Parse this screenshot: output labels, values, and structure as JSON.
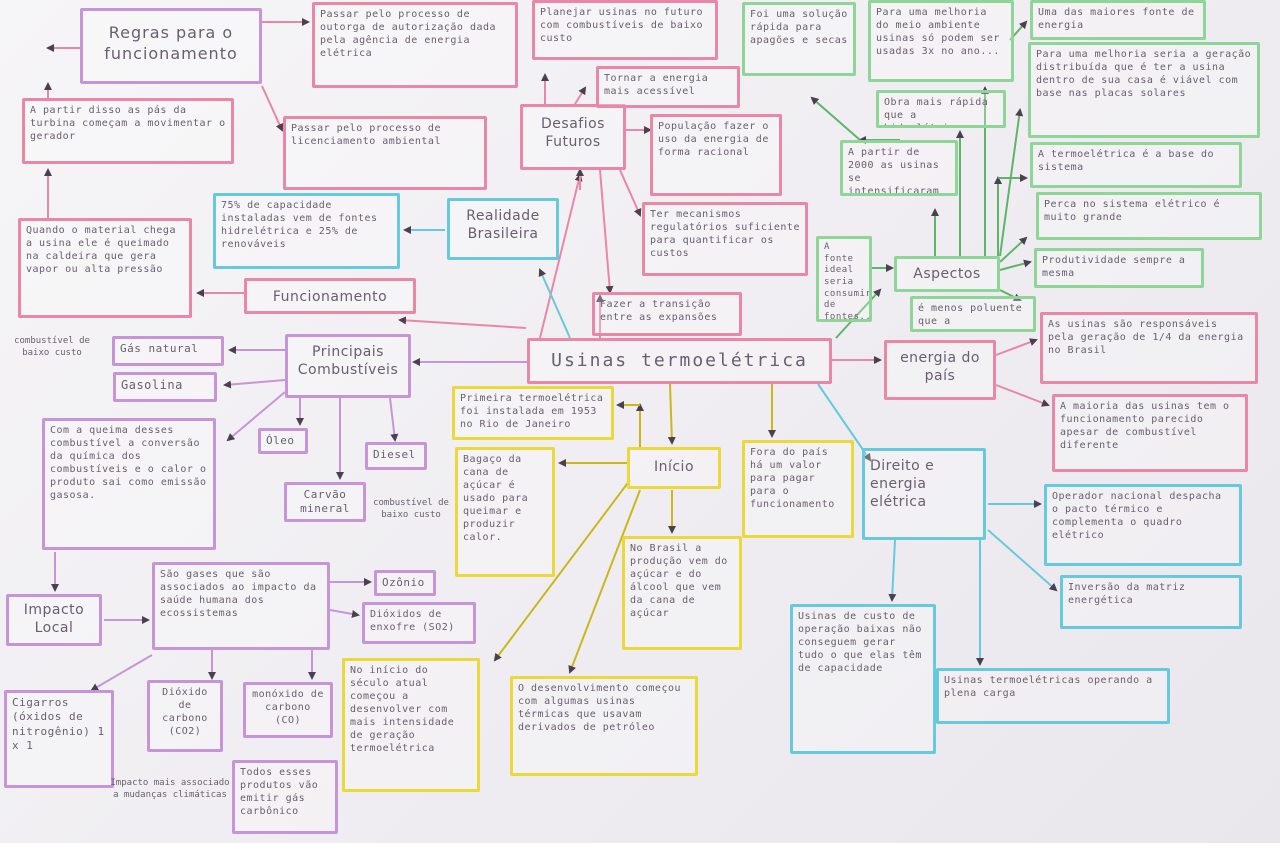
{
  "colors": {
    "pink": "#e887a6",
    "yellow": "#e9d93a",
    "green": "#8fd597",
    "blue": "#66c9de",
    "lilac": "#c695d8",
    "edge": "#4a4050"
  },
  "nodes": {
    "center": "Usinas termoelétrica",
    "regras": "Regras para o funcionamento",
    "outorga": "Passar pelo processo de outorga de autorização dada pela agência de energia elétrica",
    "licenciamento": "Passar pelo processo de licenciamento ambiental",
    "turbina": "A partir disso as pás da turbina começam a movimentar o gerador",
    "caldeira": "Quando o material chega a usina ele é queimado na caldeira que gera vapor ou alta pressão",
    "funcionamento": "Funcionamento",
    "capacidade": "75% de capacidade instaladas vem de fontes hidrelétrica e 25% de renováveis",
    "realidade": "Realidade Brasileira",
    "desafios": "Desafios Futuros",
    "planejar": "Planejar usinas no futuro com combustíveis de baixo custo",
    "acessivel": "Tornar a energia mais acessível",
    "populacao": "População fazer o uso da energia de forma racional",
    "mecanismos": "Ter mecanismos regulatórios suficiente para quantificar os custos",
    "transicao": "Fazer a transição entre as expansões",
    "combustiveis": "Principais Combustíveis",
    "gas": "Gás natural",
    "gasolina": "Gasolina",
    "oleo": "Óleo",
    "diesel": "Diesel",
    "carvao": "Carvão mineral",
    "queima": "Com a queima desses combustível a conversão da química dos combustíveis e o calor o produto sai como emissão gasosa.",
    "impacto": "Impacto Local",
    "gases": "São gases que são associados ao impacto da saúde humana dos ecossistemas",
    "ozonio": "Ozônio",
    "dioxidos_enxofre": "Dióxidos de enxofre (SO2)",
    "cigarros": "Cigarros (óxidos de nitrogênio) 1 x 1",
    "co2": "Dióxido de carbono (CO2)",
    "co": "monóxido de carbono (CO)",
    "todos": "Todos esses produtos vão emitir gás carbônico",
    "primeira": "Primeira termoelétrica foi instalada em 1953 no Rio de Janeiro",
    "inicio": "Início",
    "bagaco": "Bagaço da cana de açúcar é usado para queimar e produzir calor.",
    "brasil_acucar": "No Brasil a produção vem do açúcar e do álcool que vem da cana de açúcar",
    "fora": "Fora do país há um valor para pagar para o funcionamento",
    "seculo": "No início do século atual começou a desenvolver com mais intensidade de geração termoelétrica",
    "desenvolvimento": "O desenvolvimento começou com algumas usinas térmicas que usavam derivados de petróleo",
    "solucao": "Foi uma solução rápida para apagões e secas",
    "melhoria_meio": "Para uma melhoria do meio ambiente usinas só podem ser usadas 3x no ano...",
    "maiores": "Uma das maiores fonte de energia",
    "geracao_distribuida": "Para uma melhoria seria a geração distribuída que é ter a usina dentro de sua casa é viável com base nas placas solares",
    "obra": "Obra mais rápida que a hidrelétrica",
    "ano2000": "A partir de 2000 as usinas se intensificaram",
    "fonte_ideal": "A fonte ideal seria consumir de fontes...",
    "aspectos": "Aspectos",
    "base": "A termoelétrica é a base do sistema",
    "perca": "Perca no sistema elétrico é muito grande",
    "produtividade": "Produtividade sempre a mesma",
    "poluente": "é menos poluente que a hidrelétrica",
    "energia_pais": "energia do país",
    "responsaveis": "As usinas são responsáveis pela geração de 1/4 da energia no Brasil",
    "maioria": "A maioria das usinas tem o funcionamento parecido apesar de combustível diferente",
    "direito": "Direito e energia elétrica",
    "operador": "Operador nacional despacha o pacto térmico e complementa o quadro elétrico",
    "inversao": "Inversão da matriz energética",
    "custo_baixo": "Usinas de custo de operação baixas não conseguem gerar tudo o que elas têm de capacidade",
    "plena": "Usinas termoelétricas operando a plena carga"
  },
  "notes": {
    "gas_baixo_custo": "combustível de baixo custo",
    "carvao_baixo_custo": "combustível de baixo custo",
    "impacto_climatico": "Impacto mais associado a mudanças climáticas"
  }
}
